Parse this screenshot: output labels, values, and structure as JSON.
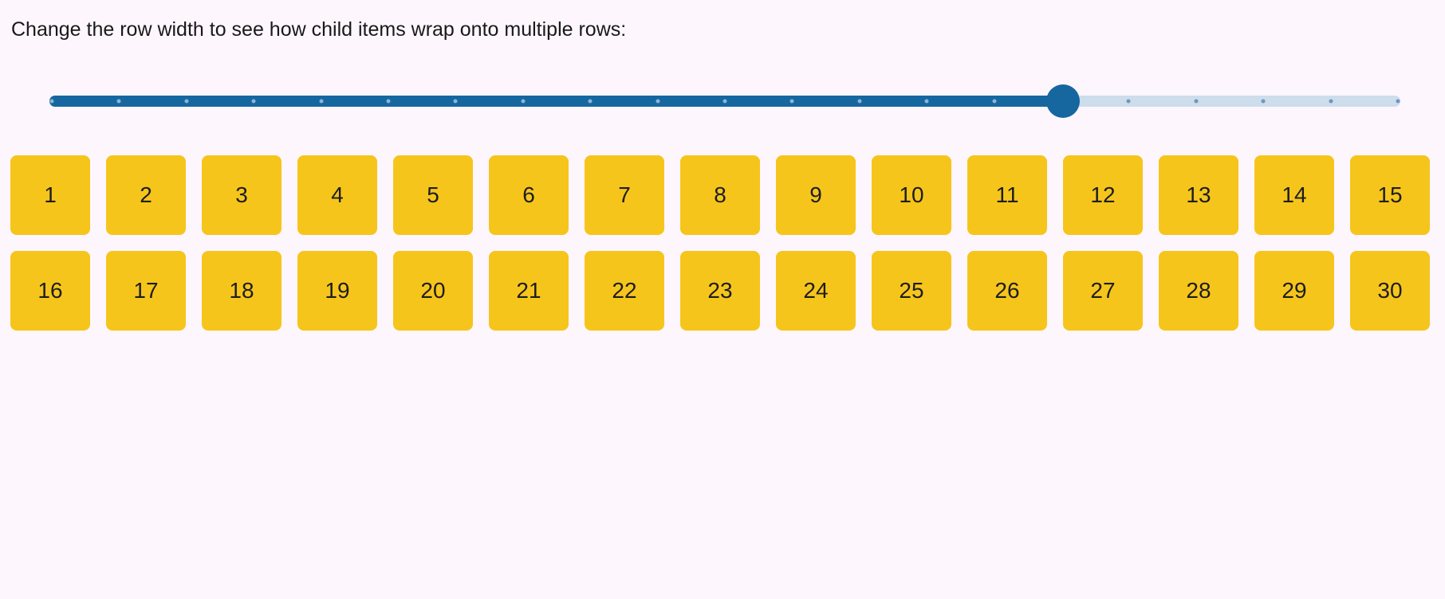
{
  "page": {
    "background": "#FDF6FD",
    "instruction": "Change the row width to see how child items wrap onto multiple rows:",
    "title_color": "#191919"
  },
  "slider": {
    "name": "row-width-slider",
    "min": 0,
    "max": 20,
    "value": 15,
    "tick_count": 21,
    "colors": {
      "fill": "#16679F",
      "rail": "#CDDDEC",
      "thumb": "#16679F",
      "tick_on_fill": "#8CB4D9",
      "tick_on_rail": "#6E96BF"
    }
  },
  "grid": {
    "items": [
      "1",
      "2",
      "3",
      "4",
      "5",
      "6",
      "7",
      "8",
      "9",
      "10",
      "11",
      "12",
      "13",
      "14",
      "15",
      "16",
      "17",
      "18",
      "19",
      "20",
      "21",
      "22",
      "23",
      "24",
      "25",
      "26",
      "27",
      "28",
      "29",
      "30"
    ],
    "items_per_row": 15,
    "item_color": "#F6C51C",
    "item_text_color": "#1D1D1D"
  }
}
